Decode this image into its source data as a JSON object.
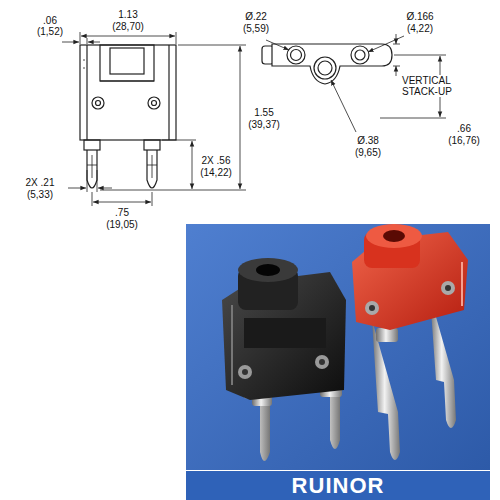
{
  "diagram": {
    "nodes": [
      {
        "text": [
          "RUINOR"
        ]
      }
    ],
    "labels": [
      ".06",
      "(1,52)",
      "1.13",
      "(28,70)",
      "1.55",
      "(39,37)",
      "2X .56",
      "(14,22)",
      "2X .21",
      "(5,33)",
      ".75",
      "(19,05)",
      "Ø.22",
      "(5,59)",
      "Ø.166",
      "(4,22)",
      "VERTICAL STACK-UP",
      "Ø.38",
      "(9,65)",
      ".66",
      "(16,76)"
    ]
  }
}
